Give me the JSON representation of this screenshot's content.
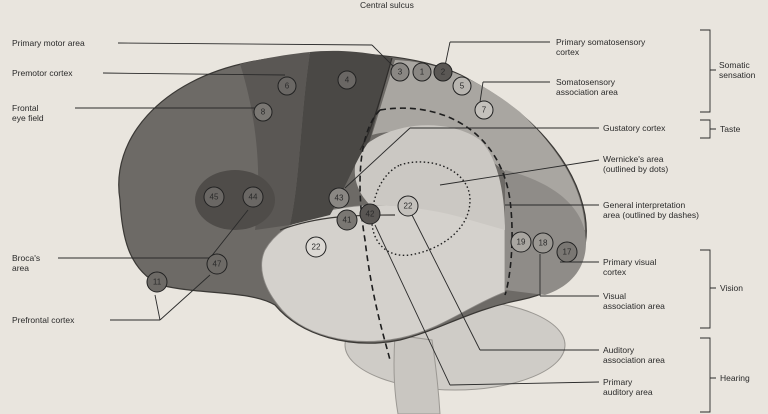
{
  "labels": {
    "central_sulcus": "Central sulcus",
    "primary_motor": "Primary motor area",
    "premotor": "Premotor cortex",
    "frontal_eye": "Frontal\neye field",
    "brocas": "Broca's\narea",
    "prefrontal": "Prefrontal cortex",
    "primary_somatosensory": "Primary somatosensory\ncortex",
    "somatosensory_assoc": "Somatosensory\nassociation area",
    "gustatory": "Gustatory cortex",
    "wernickes": "Wernicke's area\n(outlined by dots)",
    "general_interp": "General interpretation\narea (outlined by dashes)",
    "primary_visual": "Primary visual\ncortex",
    "visual_assoc": "Visual\nassociation area",
    "auditory_assoc": "Auditory\nassociation area",
    "primary_auditory": "Primary\nauditory area"
  },
  "groups": {
    "somatic": "Somatic\nsensation",
    "taste": "Taste",
    "vision": "Vision",
    "hearing": "Hearing"
  },
  "areas": {
    "a1": "1",
    "a2": "2",
    "a3": "3",
    "a4": "4",
    "a5": "5",
    "a6": "6",
    "a7": "7",
    "a8": "8",
    "a11": "11",
    "a17": "17",
    "a18": "18",
    "a19": "19",
    "a22a": "22",
    "a22b": "22",
    "a41": "41",
    "a42": "42",
    "a43": "43",
    "a44": "44",
    "a45": "45",
    "a47": "47"
  },
  "colors": {
    "background": "#e9e5de",
    "frontal": "#6d6a66",
    "motor_band": "#4a4845",
    "parietal": "#a9a6a1",
    "temporal": "#d4d1cc",
    "occipital": "#8f8c88",
    "cerebellum": "#cfccc7"
  }
}
